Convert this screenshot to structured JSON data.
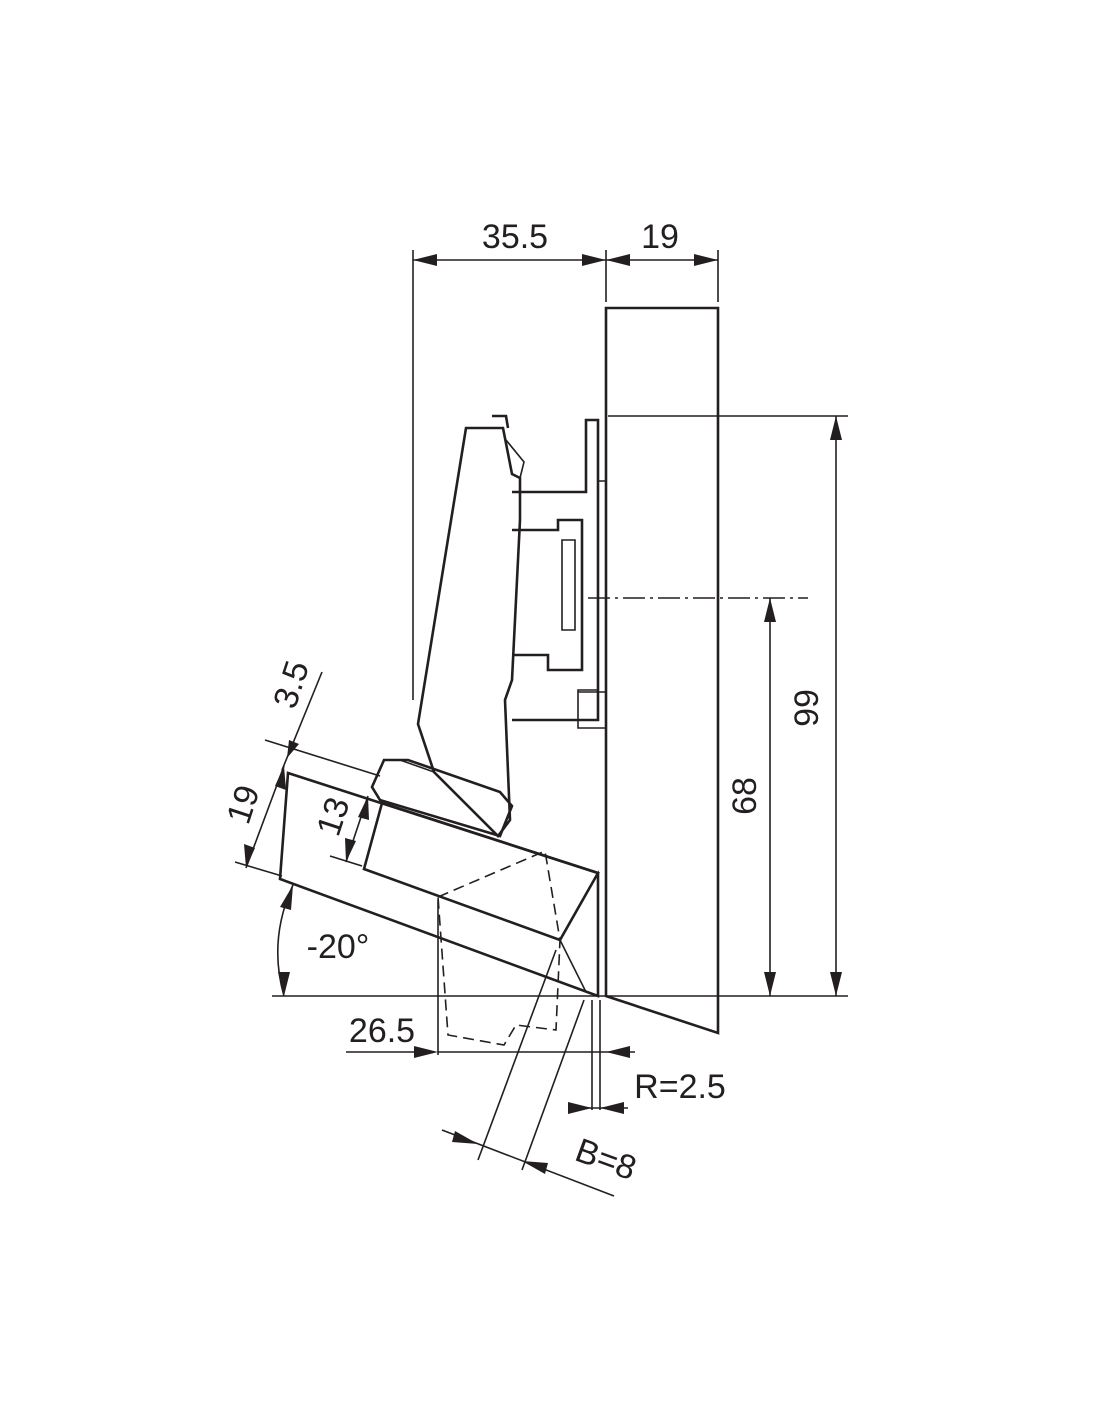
{
  "colors": {
    "ink": "#231f20",
    "panel_gray": "#d1d2d4",
    "spacer_gray": "#b3b4b6",
    "background": "#ffffff"
  },
  "dimensions": {
    "top_left": "35.5",
    "top_right": "19",
    "offset": "3.5",
    "door_thickness": "19",
    "cup_depth": "13",
    "angle": "-20°",
    "vertical_inner": "68",
    "vertical_outer": "99",
    "horizontal_bottom": "26.5",
    "radius": "R=2.5",
    "bore_distance": "B=8"
  }
}
